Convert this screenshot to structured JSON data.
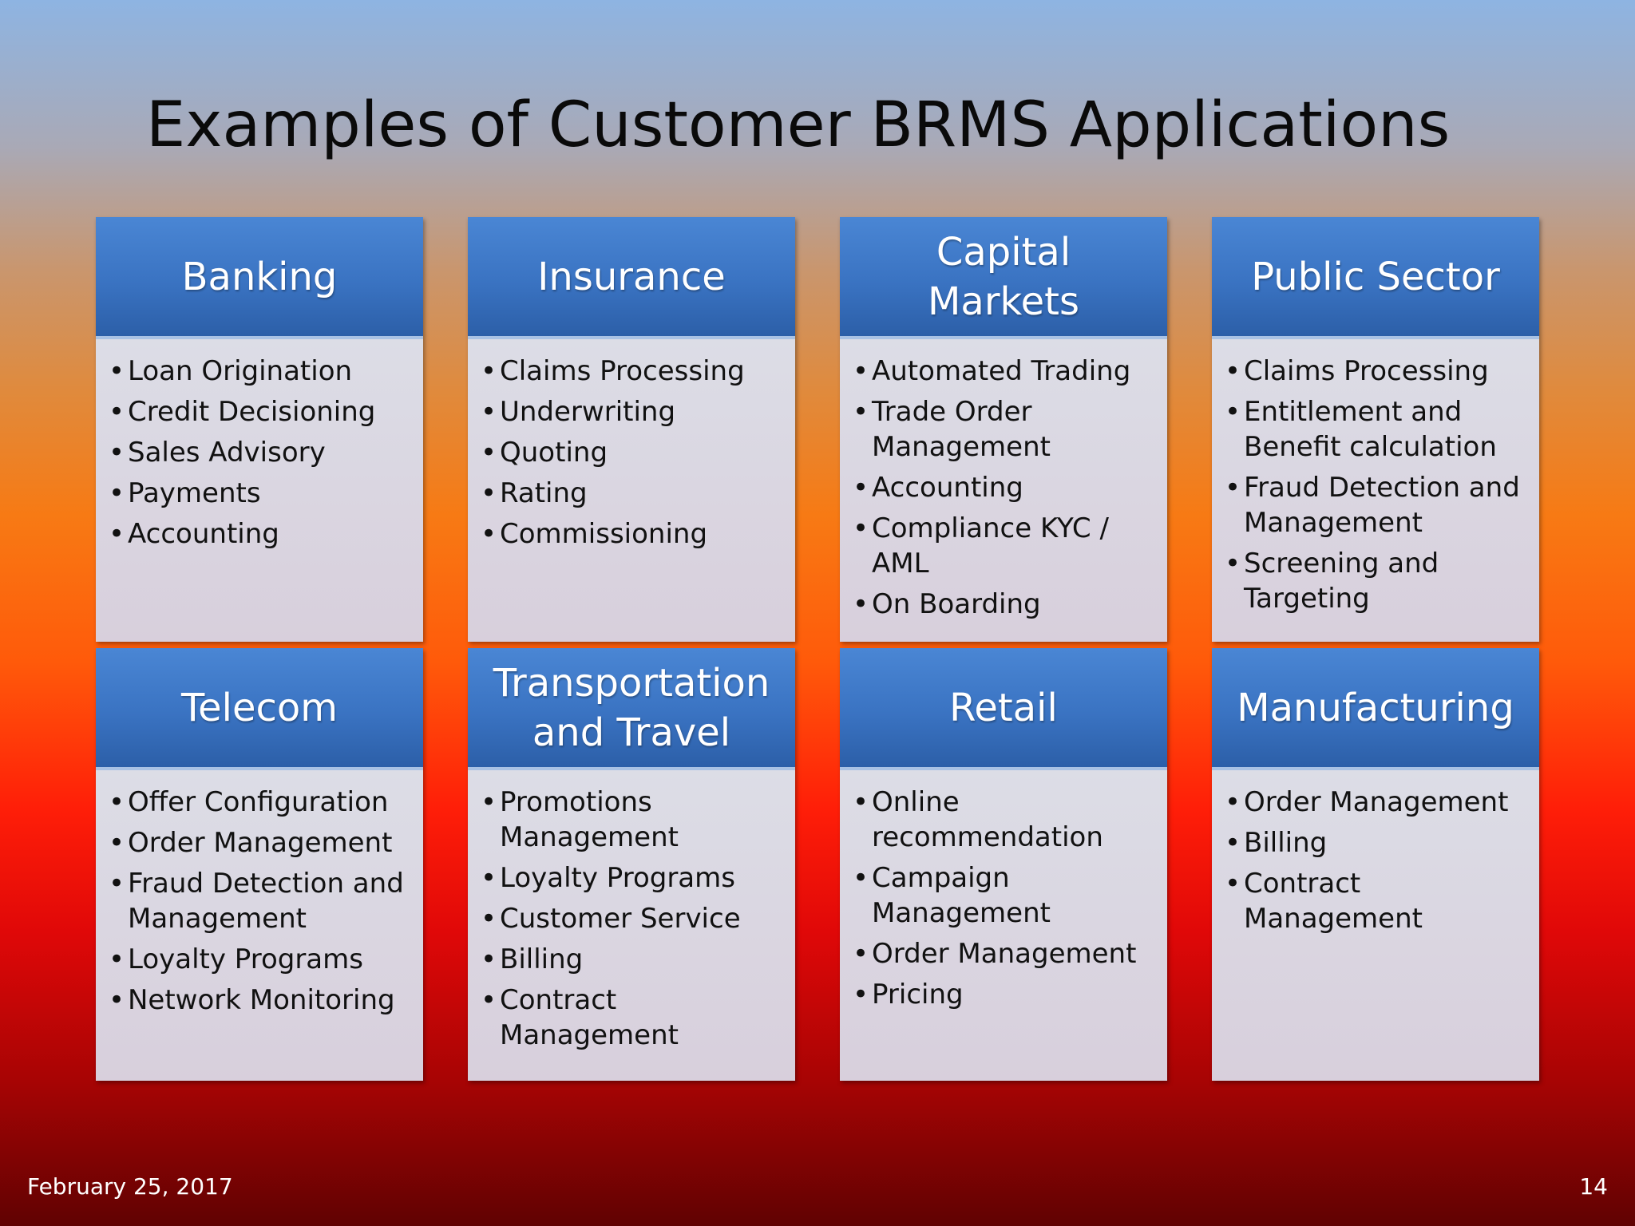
{
  "slide": {
    "title": "Examples of Customer BRMS Applications",
    "date": "February 25, 2017",
    "page_number": "14"
  },
  "cards": [
    {
      "heading": "Banking",
      "items": [
        "Loan Origination",
        "Credit Decisioning",
        "Sales Advisory",
        "Payments",
        "Accounting"
      ]
    },
    {
      "heading": "Insurance",
      "items": [
        "Claims Processing",
        "Underwriting",
        "Quoting",
        "Rating",
        "Commissioning"
      ]
    },
    {
      "heading": "Capital Markets",
      "items": [
        "Automated Trading",
        "Trade Order Management",
        "Accounting",
        "Compliance KYC / AML",
        "On Boarding"
      ]
    },
    {
      "heading": "Public Sector",
      "items": [
        "Claims Processing",
        "Entitlement and Benefit calculation",
        "Fraud Detection and Management",
        "Screening and Targeting"
      ]
    },
    {
      "heading": "Telecom",
      "items": [
        "Offer Configuration",
        "Order Management",
        "Fraud Detection and Management",
        "Loyalty Programs",
        "Network Monitoring"
      ]
    },
    {
      "heading": "Transportation and Travel",
      "items": [
        "Promotions Management",
        "Loyalty Programs",
        "Customer Service",
        "Billing",
        "Contract Management"
      ]
    },
    {
      "heading": "Retail",
      "items": [
        "Online recommendation",
        "Campaign Management",
        "Order Management",
        "Pricing"
      ]
    },
    {
      "heading": "Manufacturing",
      "items": [
        "Order Management",
        "Billing",
        "Contract Management"
      ]
    }
  ],
  "colors": {
    "header_blue": "#3a73c2",
    "card_body": "#dcdde6",
    "title_text": "#0a0a0a",
    "footer_text": "#ffffff"
  }
}
